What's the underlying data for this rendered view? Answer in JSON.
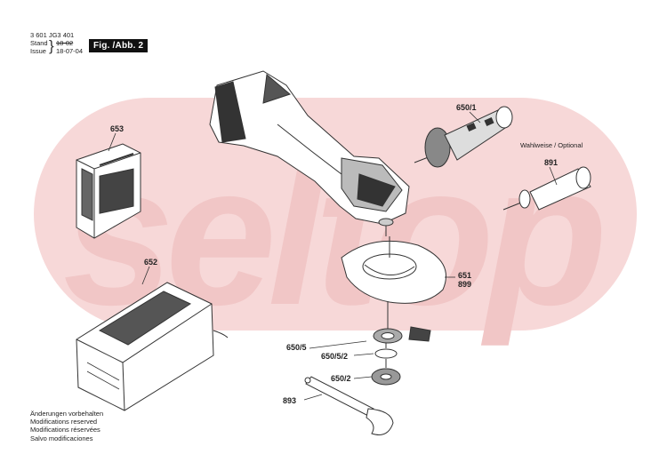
{
  "header": {
    "doc_number": "3 601 JG3 401",
    "stand_label": "Stand",
    "stand_value": "18-02",
    "issue_label": "Issue",
    "issue_value": "18-07-04",
    "figure_label": "Fig. /Abb. 2"
  },
  "watermark": "seltop",
  "parts": {
    "p653": "653",
    "p652": "652",
    "p650_1": "650/1",
    "p891": "891",
    "optional_note": "Wahlweise / Optional",
    "p651": "651",
    "p899": "899",
    "p650_5": "650/5",
    "p650_5_2": "650/5/2",
    "p650_2": "650/2",
    "p893": "893"
  },
  "notes": [
    "Änderungen vorbehalten",
    "Modifications reserved",
    "Modifications réservées",
    "Salvo modificaciones"
  ],
  "colors": {
    "watermark_fill": "#f7d8d8",
    "watermark_text": "#f0c4c4",
    "line": "#333333",
    "badge_bg": "#111111"
  }
}
